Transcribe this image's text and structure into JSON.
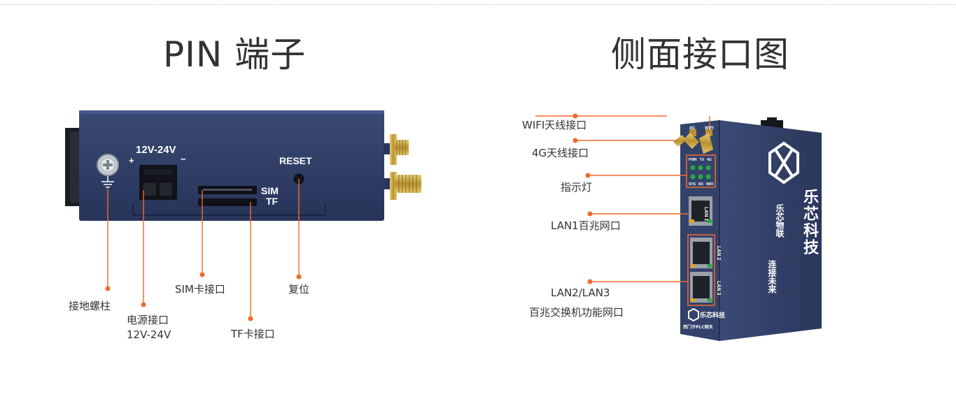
{
  "left_panel": {
    "title": "PIN 端子",
    "device": {
      "power_spec": "12V-24V",
      "plus": "+",
      "minus": "−",
      "slot_sim": "SIM",
      "slot_tf": "TF",
      "reset": "RESET"
    },
    "callouts": {
      "ground": "接地螺柱",
      "power_line1": "电源接口",
      "power_line2": "12V-24V",
      "sim": "SIM卡接口",
      "tf": "TF卡接口",
      "reset": "复位"
    }
  },
  "right_panel": {
    "title": "侧面接口图",
    "device": {
      "ant_4g": "4G",
      "ant_wifi": "WIFI",
      "led_top": [
        "PWR",
        "TX",
        "4G"
      ],
      "led_bottom": [
        "SYS",
        "RX",
        "WIFI"
      ],
      "lan1": "LAN 1",
      "lan2": "LAN 2",
      "lan3": "LAN 3",
      "brand_cn": "乐芯科技",
      "slogan1": "乐芯物联",
      "slogan2": "连接未来",
      "badge": "乐芯科技",
      "model": "西门子PLC网关"
    },
    "callouts": {
      "wifi": "WIFI天线接口",
      "g4": "4G天线接口",
      "led": "指示灯",
      "lan1": "LAN1百兆网口",
      "lan23_line1": "LAN2/LAN3",
      "lan23_line2": "百兆交换机功能网口"
    }
  },
  "colors": {
    "accent": "#f06a2a",
    "device_body": "#2e3d63",
    "device_dark": "#1f2a45",
    "gold": "#c9a84a",
    "text": "#333333",
    "led_green": "#27a844"
  }
}
